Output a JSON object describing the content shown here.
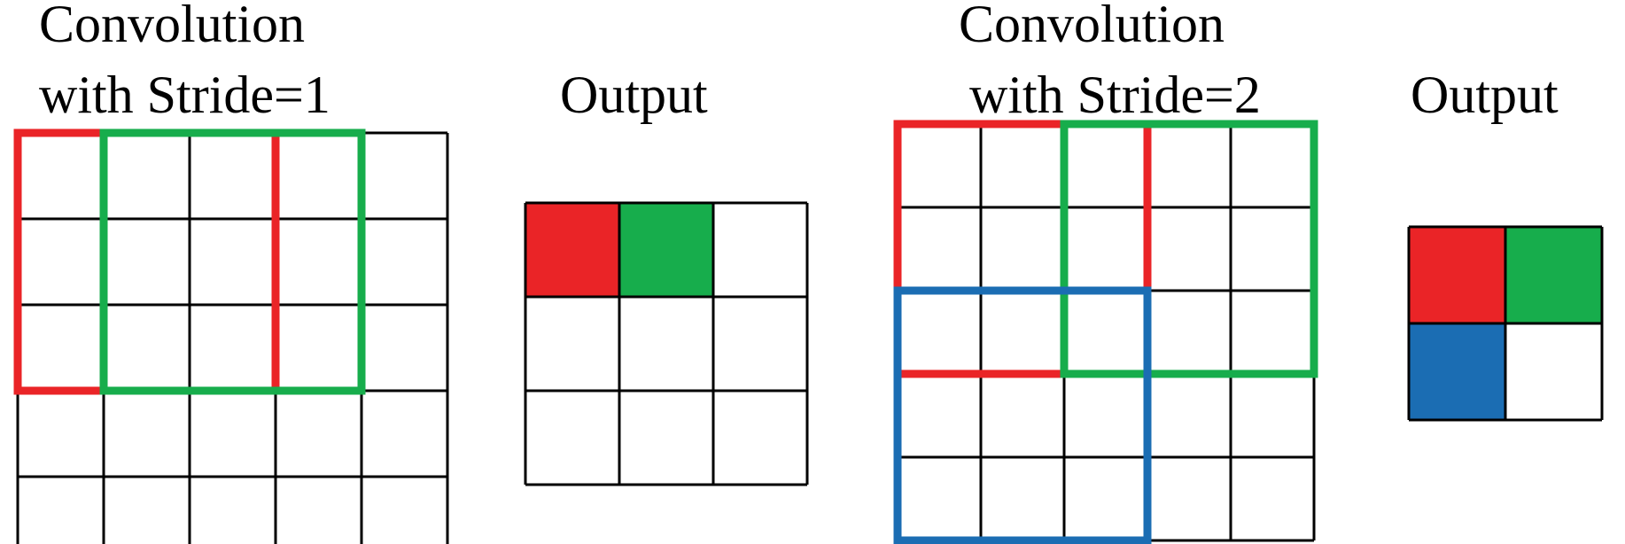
{
  "panels": [
    {
      "title_line1": "Convolution",
      "title_line2": "with Stride=1",
      "input_grid": {
        "rows": 5,
        "cols": 5
      },
      "kernels": [
        {
          "color": "#ea2427",
          "label": "red",
          "row": 0,
          "col": 0,
          "size": 3
        },
        {
          "color": "#17ad4c",
          "label": "green",
          "row": 0,
          "col": 1,
          "size": 3
        }
      ],
      "output_title": "Output",
      "output_grid": {
        "rows": 3,
        "cols": 3,
        "filled": [
          {
            "row": 0,
            "col": 0,
            "color": "#ea2427"
          },
          {
            "row": 0,
            "col": 1,
            "color": "#17ad4c"
          }
        ]
      }
    },
    {
      "title_line1": "Convolution",
      "title_line2": "with Stride=2",
      "input_grid": {
        "rows": 5,
        "cols": 5
      },
      "kernels": [
        {
          "color": "#ea2427",
          "label": "red",
          "row": 0,
          "col": 0,
          "size": 3
        },
        {
          "color": "#17ad4c",
          "label": "green",
          "row": 0,
          "col": 2,
          "size": 3
        },
        {
          "color": "#1b6db3",
          "label": "blue",
          "row": 2,
          "col": 0,
          "size": 3
        }
      ],
      "output_title": "Output",
      "output_grid": {
        "rows": 2,
        "cols": 2,
        "filled": [
          {
            "row": 0,
            "col": 0,
            "color": "#ea2427"
          },
          {
            "row": 0,
            "col": 1,
            "color": "#17ad4c"
          },
          {
            "row": 1,
            "col": 0,
            "color": "#1b6db3"
          }
        ]
      }
    }
  ]
}
